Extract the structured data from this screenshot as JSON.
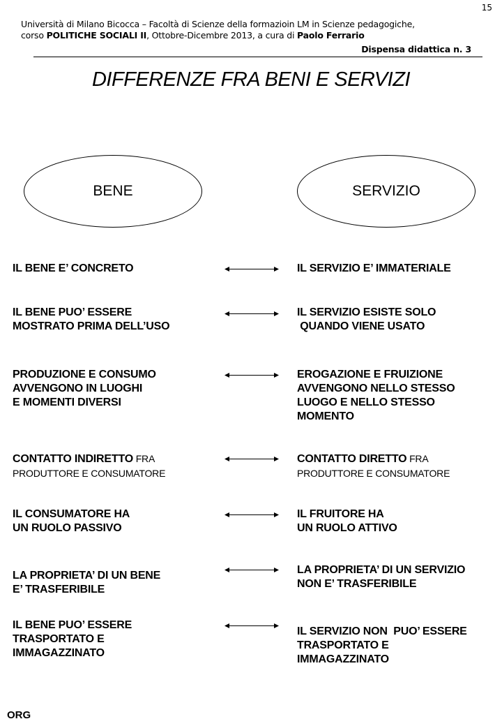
{
  "header": {
    "page_number": "15",
    "line1": "Università di Milano Bicocca – Facoltà di Scienze della formazioin LM in Scienze pedagogiche,",
    "line2_pre": "corso ",
    "course": "POLITICHE SOCIALI II",
    "line2_mid": ", Ottobre-Dicembre 2013,  a cura di ",
    "author": "Paolo Ferrario",
    "dispensa": "Dispensa didattica n. 3"
  },
  "title": "DIFFERENZE FRA BENI E SERVIZI",
  "ellipses": {
    "left": "BENE",
    "right": "SERVIZIO"
  },
  "rows": [
    {
      "left": [
        "IL BENE E’ CONCRETO"
      ],
      "right": [
        "IL SERVIZIO E’ IMMATERIALE"
      ]
    },
    {
      "left": [
        "IL BENE PUO’ ESSERE",
        "MOSTRATO PRIMA DELL’USO"
      ],
      "right": [
        "IL SERVIZIO ESISTE SOLO",
        " QUANDO VIENE USATO"
      ]
    },
    {
      "left": [
        "PRODUZIONE E CONSUMO",
        "AVVENGONO IN LUOGHI",
        "E MOMENTI DIVERSI"
      ],
      "right": [
        "EROGAZIONE E FRUIZIONE",
        "AVVENGONO NELLO STESSO",
        "LUOGO E NELLO STESSO",
        "MOMENTO"
      ]
    },
    {
      "left": [
        "CONTATTO INDIRETTO",
        " FRA",
        "PRODUTTORE E CONSUMATORE"
      ],
      "right": [
        "CONTATTO DIRETTO",
        " FRA",
        "PRODUTTORE E CONSUMATORE"
      ]
    },
    {
      "left": [
        "IL CONSUMATORE HA",
        "UN RUOLO PASSIVO"
      ],
      "right": [
        "IL FRUITORE HA",
        "UN RUOLO ATTIVO"
      ]
    },
    {
      "left": [
        "LA PROPRIETA’ DI UN BENE",
        "E’ TRASFERIBILE"
      ],
      "right": [
        "LA PROPRIETA’ DI UN SERVIZIO",
        "NON E’ TRASFERIBILE"
      ]
    },
    {
      "left": [
        "IL BENE PUO’ ESSERE",
        "TRASPORTATO E",
        "IMMAGAZZINATO"
      ],
      "right": [
        "IL SERVIZIO NON  PUO’ ESSERE",
        "TRASPORTATO E",
        "IMMAGAZZINATO"
      ]
    }
  ],
  "footer": "ORG"
}
